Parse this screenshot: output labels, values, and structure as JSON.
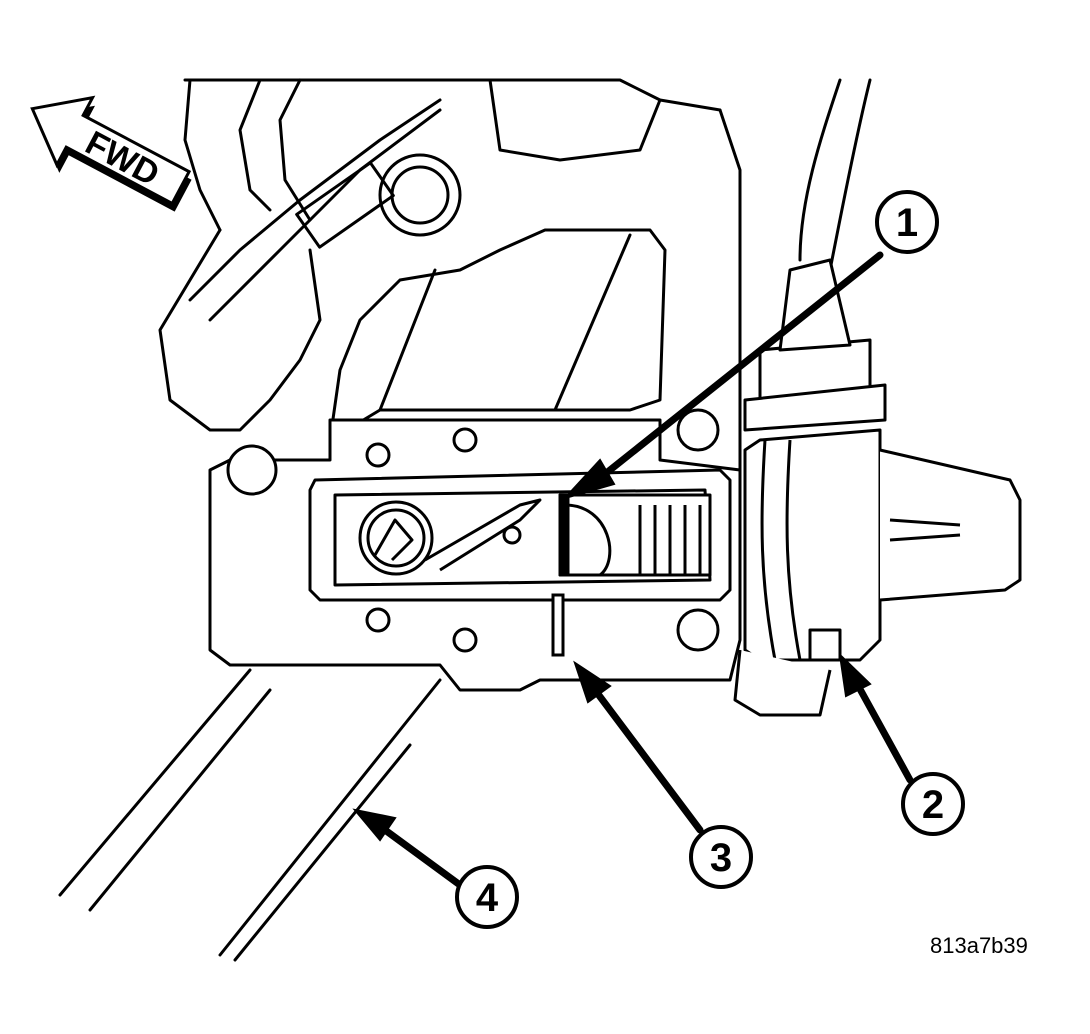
{
  "direction_label": "FWD",
  "callouts": {
    "c1": "1",
    "c2": "2",
    "c3": "3",
    "c4": "4"
  },
  "figure_id": "813a7b39",
  "colors": {
    "line": "#000000",
    "background": "#ffffff"
  }
}
